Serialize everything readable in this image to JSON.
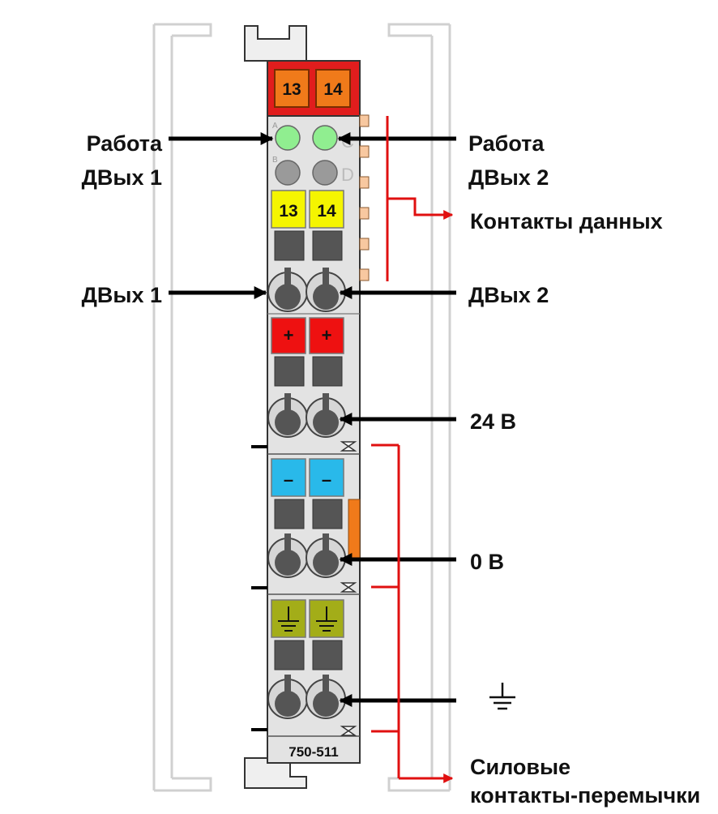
{
  "module": {
    "model": "750-511",
    "top_tags": [
      "13",
      "14"
    ],
    "channel_tags": [
      "13",
      "14"
    ],
    "plus_symbol": "+",
    "minus_symbol": "–",
    "led_letters": [
      "A",
      "B",
      "C",
      "D"
    ]
  },
  "labels": {
    "work_out1_line1": "Работа",
    "work_out1_line2": "ДВых 1",
    "work_out2_line1": "Работа",
    "work_out2_line2": "ДВых 2",
    "data_contacts": "Контакты данных",
    "out1": "ДВых 1",
    "out2": "ДВых 2",
    "v24": "24 В",
    "v0": "0 В",
    "power_contacts_line1": "Силовые",
    "power_contacts_line2": "контакты-перемычки"
  },
  "colors": {
    "module_body": "#e3e3e3",
    "red_header": "#e11d1d",
    "orange_tag": "#f07a1a",
    "yellow_tag": "#f5f500",
    "red_tag": "#ee1111",
    "blue_tag": "#29b9ea",
    "green_tag": "#a3ad18",
    "led_on": "#90ee90",
    "led_off": "#9a9a9a",
    "arrow_black": "#000000",
    "arrow_red": "#e01010"
  }
}
